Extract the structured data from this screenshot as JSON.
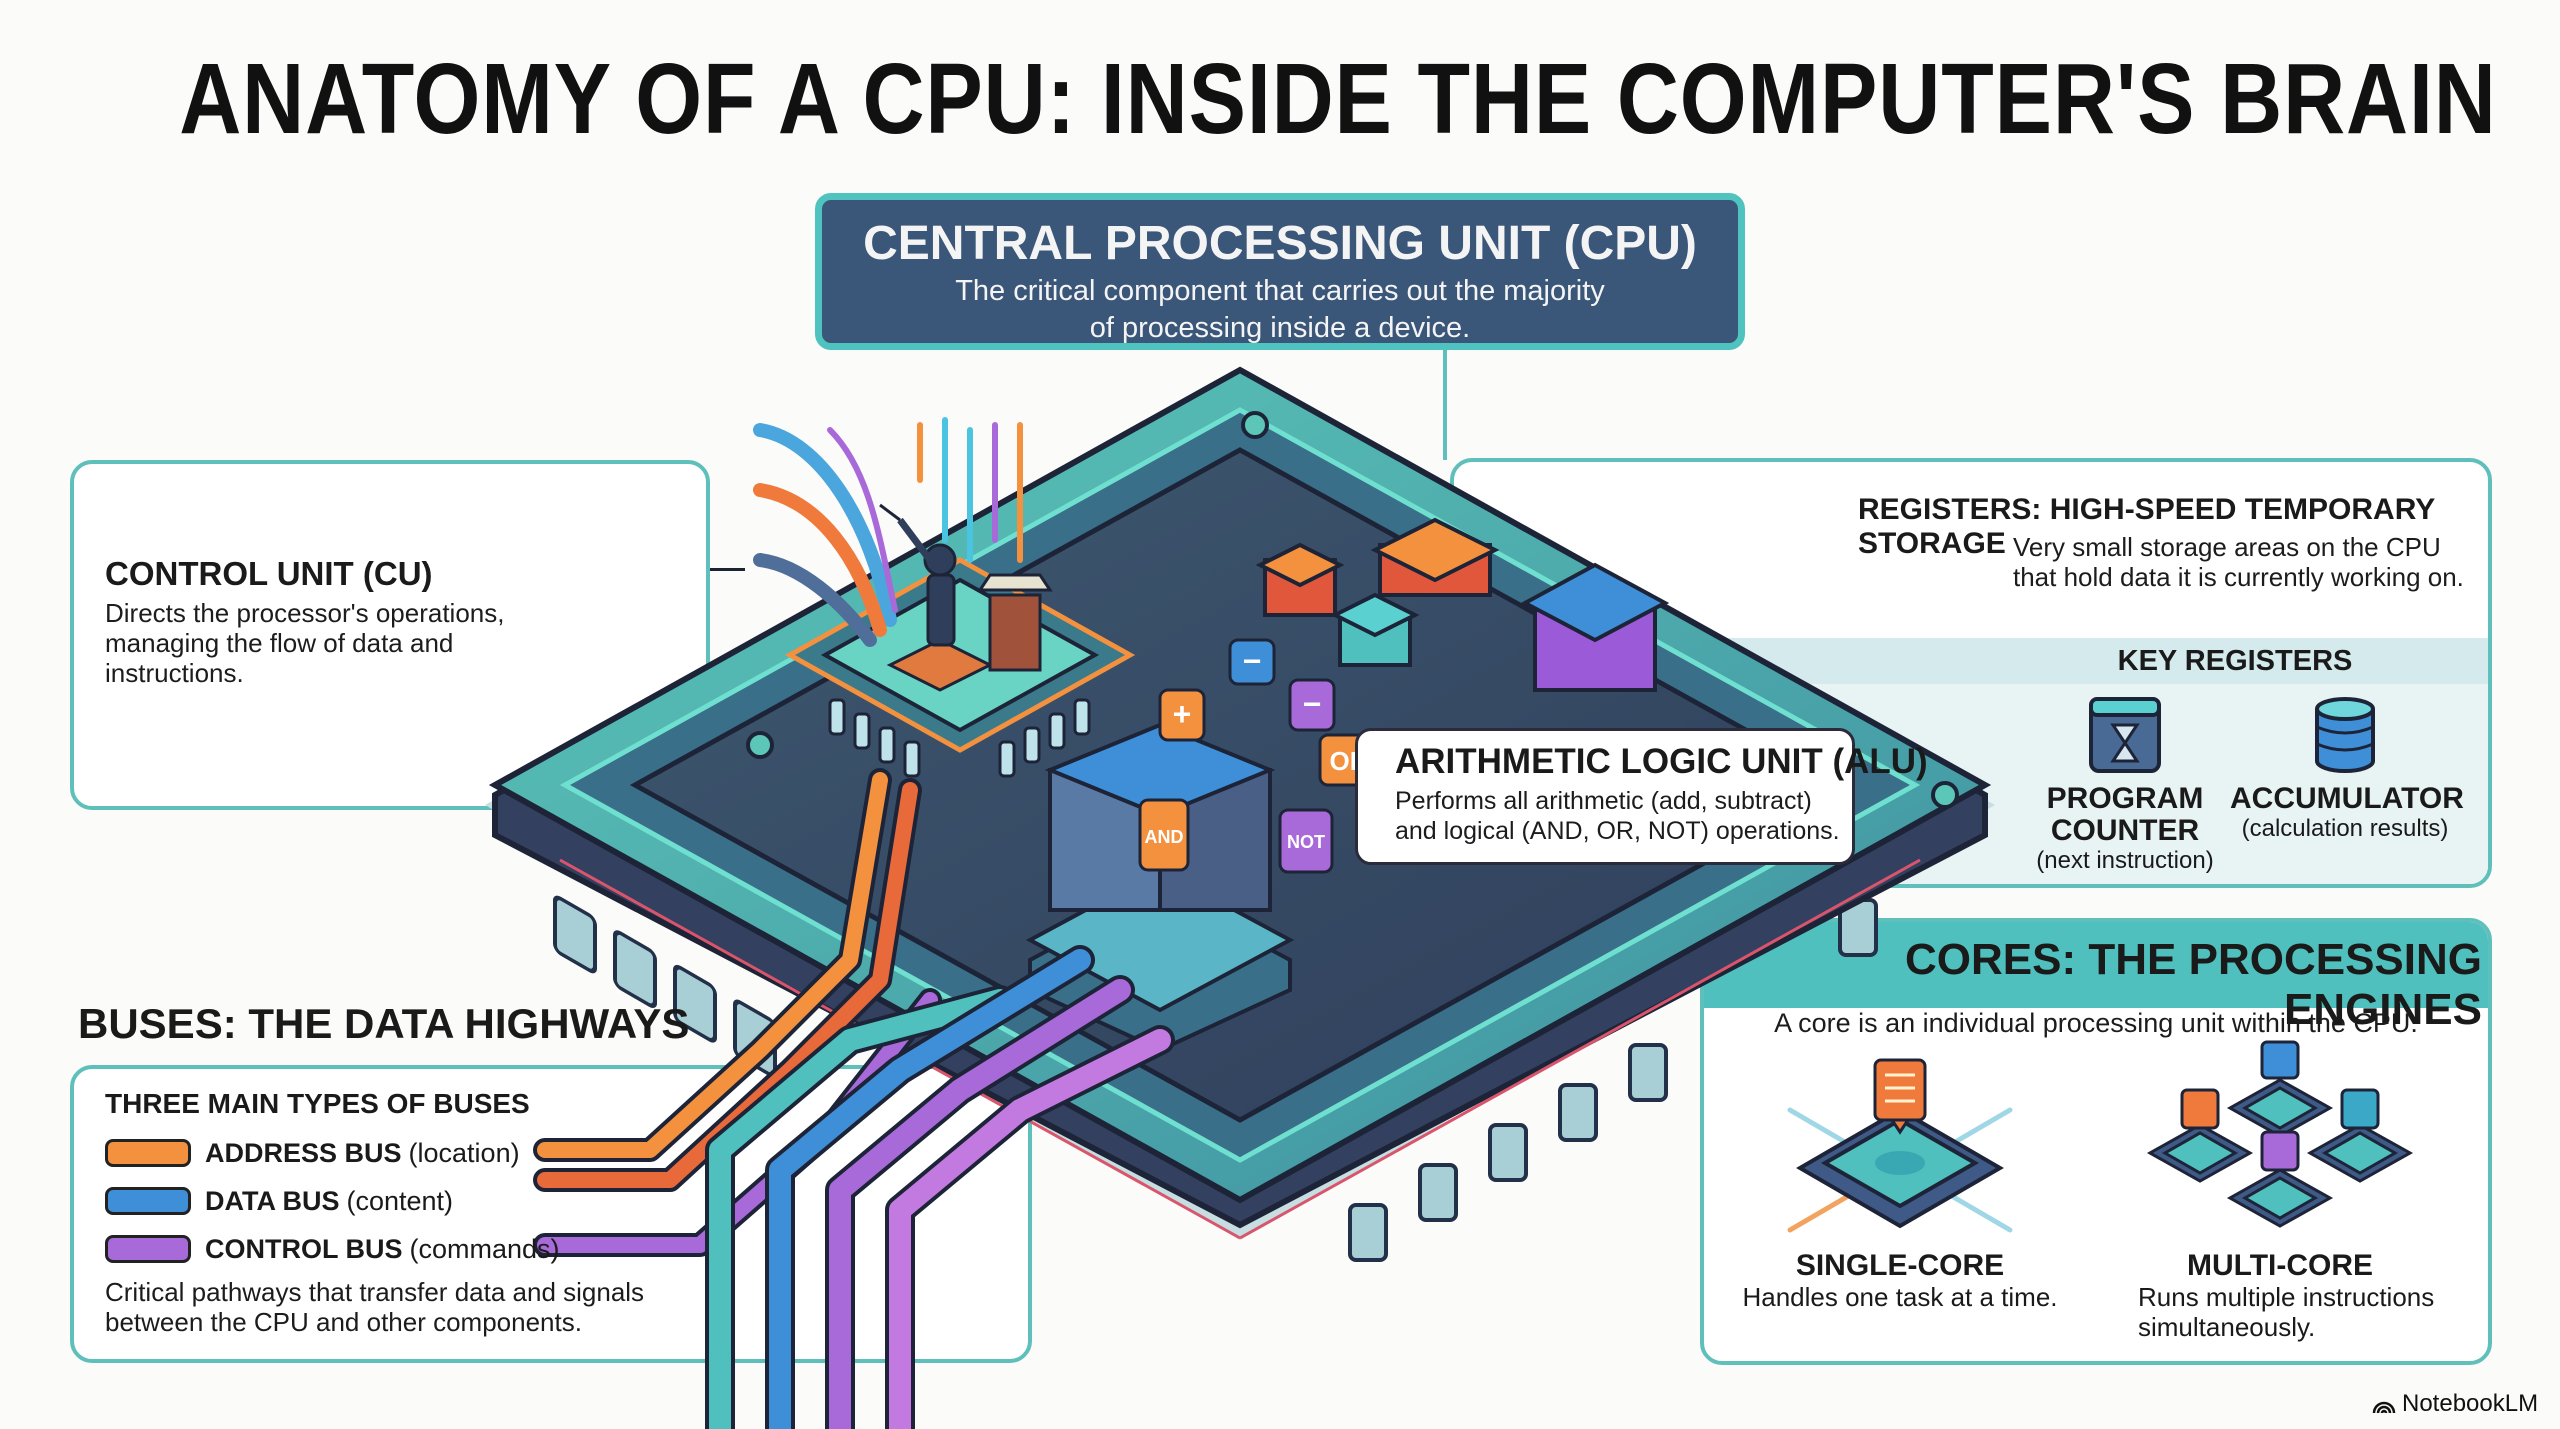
{
  "title": "ANATOMY OF A CPU: INSIDE THE COMPUTER'S BRAIN",
  "cpu": {
    "heading": "CENTRAL PROCESSING UNIT (CPU)",
    "description_lines": [
      "The critical component that carries out the majority",
      "of processing inside a device."
    ]
  },
  "control_unit": {
    "heading": "CONTROL UNIT (CU)",
    "description_lines": [
      "Directs the processor's operations,",
      "managing the flow of data and",
      "instructions."
    ]
  },
  "registers": {
    "heading": "REGISTERS: HIGH-SPEED TEMPORARY STORAGE",
    "description_lines": [
      "Very small storage areas on the CPU",
      "that hold data it is currently working on."
    ],
    "key_registers_title": "KEY REGISTERS",
    "items": [
      {
        "name_lines": [
          "PROGRAM",
          "COUNTER"
        ],
        "detail": "(next instruction)",
        "icon": "hourglass-icon"
      },
      {
        "name_lines": [
          "ACCUMULATOR"
        ],
        "detail": "(calculation results)",
        "icon": "database-icon"
      }
    ]
  },
  "alu": {
    "heading": "ARITHMETIC LOGIC UNIT (ALU)",
    "description_lines": [
      "Performs all arithmetic (add, subtract)",
      "and logical (AND, OR, NOT) operations."
    ],
    "badges": [
      "+",
      "−",
      "−",
      "OR",
      "AND",
      "NOT"
    ]
  },
  "buses": {
    "heading": "BUSES: THE DATA HIGHWAYS",
    "subheading": "THREE MAIN TYPES OF BUSES",
    "items": [
      {
        "name": "ADDRESS BUS",
        "detail": "(location)",
        "color": "#f4913f"
      },
      {
        "name": "DATA BUS",
        "detail": "(content)",
        "color": "#3f8fd8"
      },
      {
        "name": "CONTROL BUS",
        "detail": "(commands)",
        "color": "#a86ad8"
      }
    ],
    "description_lines": [
      "Critical pathways that transfer data and signals",
      "between the CPU and other components."
    ]
  },
  "cores": {
    "heading": "CORES: THE PROCESSING ENGINES",
    "description": "A core is an individual processing unit within the CPU.",
    "items": [
      {
        "name": "SINGLE-CORE",
        "description_lines": [
          "Handles one task at a time."
        ]
      },
      {
        "name": "MULTI-CORE",
        "description_lines": [
          "Runs multiple instructions",
          "simultaneously."
        ]
      }
    ]
  },
  "watermark": "NotebookLM",
  "colors": {
    "teal_border": "#5fbfbb",
    "cpu_header_bg": "#3a5678",
    "orange": "#f4913f",
    "blue": "#3f8fd8",
    "purple": "#a86ad8",
    "chip_dark": "#3b4a63"
  }
}
